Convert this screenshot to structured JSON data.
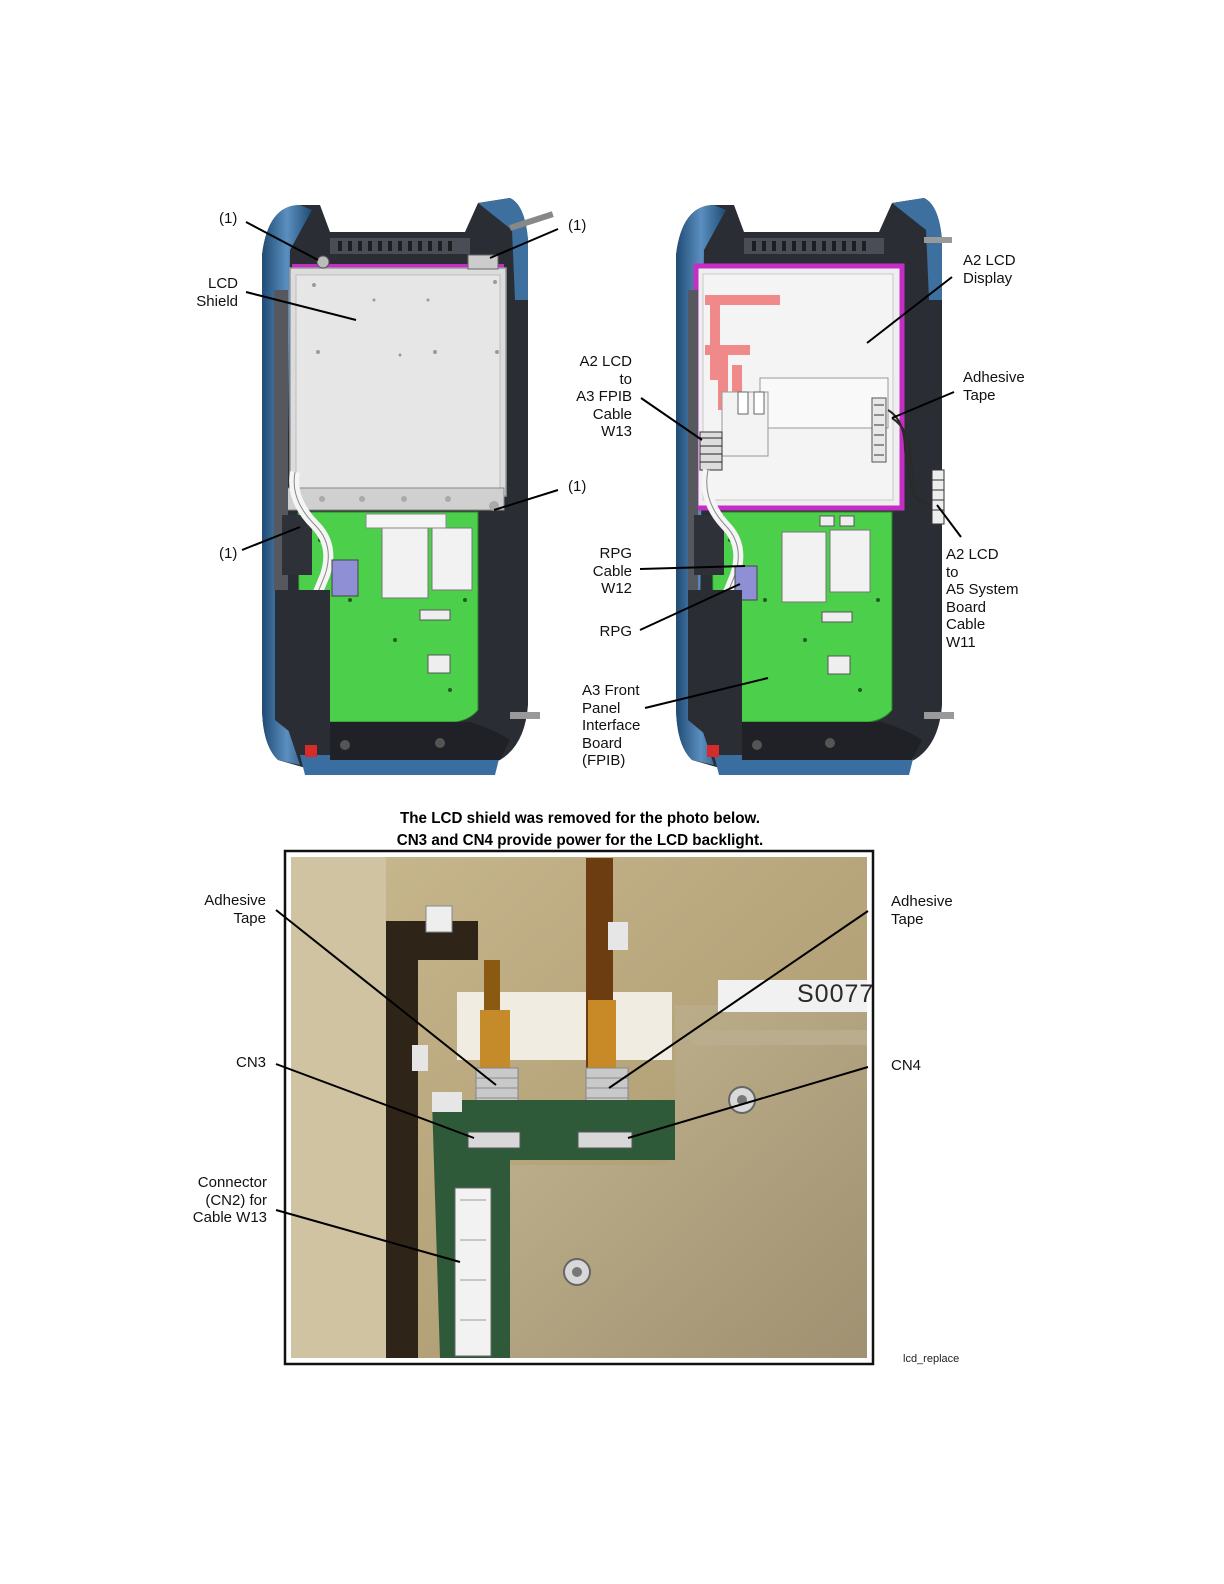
{
  "upper_left": {
    "callout_1a": "(1)",
    "callout_1b": "(1)",
    "callout_1c": "(1)",
    "callout_1d": "(1)",
    "lcd_shield": "LCD\nShield"
  },
  "upper_right": {
    "a2_lcd_display": "A2 LCD\nDisplay",
    "adhesive_tape": "Adhesive\nTape",
    "a2_to_a3_cable": "A2 LCD\nto\nA3 FPIB\nCable\nW13",
    "rpg_cable": "RPG\nCable\nW12",
    "rpg": "RPG",
    "a3_fpib": "A3 Front\nPanel\nInterface\nBoard\n(FPIB)",
    "a2_to_a5_cable": "A2 LCD\nto\nA5 System\nBoard\nCable\nW11"
  },
  "caption": {
    "line1": "The LCD shield was removed for the photo below.",
    "line2": "CN3 and CN4 provide power for the LCD backlight."
  },
  "photo": {
    "adhesive_tape_left": "Adhesive\nTape",
    "adhesive_tape_right": "Adhesive\nTape",
    "cn3": "CN3",
    "cn4": "CN4",
    "cn2_connector": "Connector\n(CN2) for\nCable W13",
    "serial_text": "S0077"
  },
  "figure_id": "lcd_replace",
  "colors": {
    "housing_blue": "#2f5f8c",
    "housing_dark": "#2a2d33",
    "pcb_green": "#4ccf4a",
    "shield_gray": "#d8d8d8",
    "lcd_frame_magenta": "#c52ec5",
    "flex_cable_pink": "#f08a8a"
  }
}
